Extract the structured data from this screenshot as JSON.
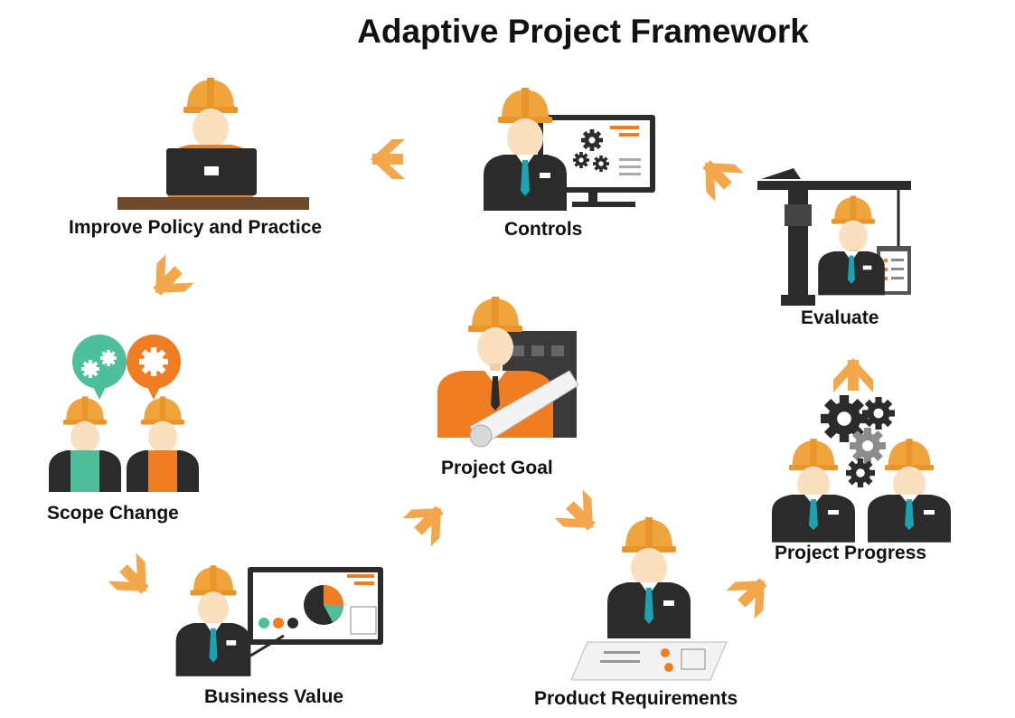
{
  "title": "Adaptive Project Framework",
  "nodes": {
    "improve": {
      "label": "Improve Policy and Practice"
    },
    "controls": {
      "label": "Controls"
    },
    "evaluate": {
      "label": "Evaluate"
    },
    "scope": {
      "label": "Scope Change"
    },
    "goal": {
      "label": "Project Goal"
    },
    "progress": {
      "label": "Project Progress"
    },
    "business": {
      "label": "Business Value"
    },
    "requirements": {
      "label": "Product Requirements"
    }
  },
  "colors": {
    "helmet": "#f0a43c",
    "suit": "#2b2b2b",
    "skin": "#fbe0c0",
    "tie": "#1aa3b3",
    "arrow": "#f3a64a",
    "orange": "#f07d22",
    "green": "#4dbf9a"
  },
  "icons": {
    "arrow": "arrow-icon",
    "gear": "gear-icon",
    "crane": "crane-icon",
    "monitor": "monitor-icon",
    "laptop": "laptop-icon"
  }
}
